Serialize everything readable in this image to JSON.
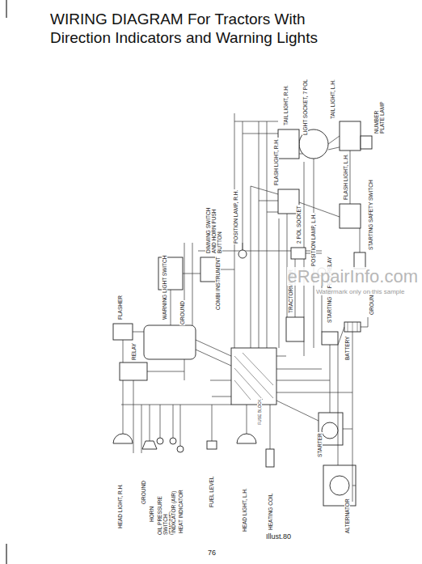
{
  "diagram": {
    "title": "WIRING DIAGRAM For Tractors With Direction Indicators and Warning Lights",
    "caption": "Illust.80",
    "labels": [
      "FLASHER",
      "RELAY",
      "WARNING LIGHT SWITCH",
      "GROUND",
      "DIMMING SWITCH AND HORN PUSH BUTTON",
      "COMBI INSTRUMENT",
      "POSITION LAMP, R.H.",
      "FLASH LIGHT, R.H.",
      "TAIL LIGHT, R.H.",
      "LIGHT SOCKET, 7 POL",
      "2 POL SOCKET",
      "TAIL LIGHT, L.H.",
      "NUMBER PLATE LAMP",
      "POSITION LAMP, L.H.",
      "FLASH LIGHT, L.H.",
      "STARTING SAFETY SWITCH",
      "TRACTORMETER",
      "STARTING SAFETY RELAY",
      "GROUND",
      "BATTERY",
      "STARTER",
      "ALTERNATOR",
      "HEAD LIGHT, R.H.",
      "GROUND",
      "HORN",
      "OIL PRESSURE SWITCH (ENGINE)",
      "INDICATOR (AIR)",
      "HEAT INDICATOR",
      "FUEL LEVEL",
      "HEAD LIGHT, L.H.",
      "HEATING COIL",
      "FUSE BLOCK",
      "eRepairInfo.com",
      "Watermark only on this sample",
      "76"
    ]
  }
}
